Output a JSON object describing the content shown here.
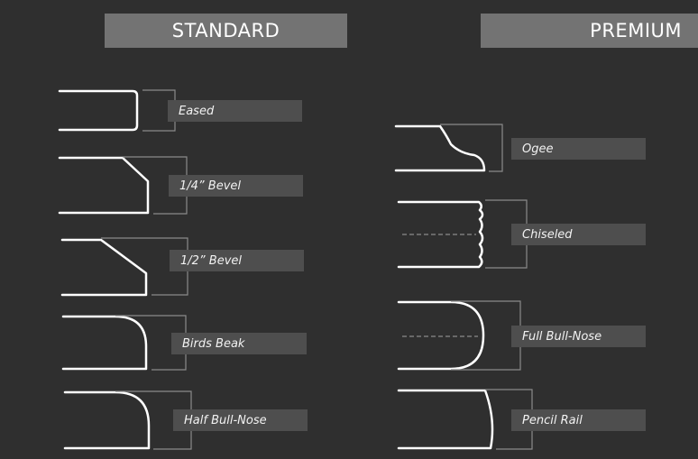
{
  "headers": {
    "standard": "STANDARD",
    "premium": "PREMIUM"
  },
  "standard_edges": [
    {
      "label": "Eased"
    },
    {
      "label": "1/4” Bevel"
    },
    {
      "label": "1/2” Bevel"
    },
    {
      "label": "Birds Beak"
    },
    {
      "label": "Half Bull-Nose"
    }
  ],
  "premium_edges": [
    {
      "label": "Ogee"
    },
    {
      "label": "Chiseled"
    },
    {
      "label": "Full Bull-Nose"
    },
    {
      "label": "Pencil Rail"
    }
  ],
  "colors": {
    "background": "#2f2f2f",
    "header": "#737373",
    "label_box": "#4e4e4e",
    "profile_line": "#ffffff",
    "bracket_line": "#8a8a8a"
  }
}
